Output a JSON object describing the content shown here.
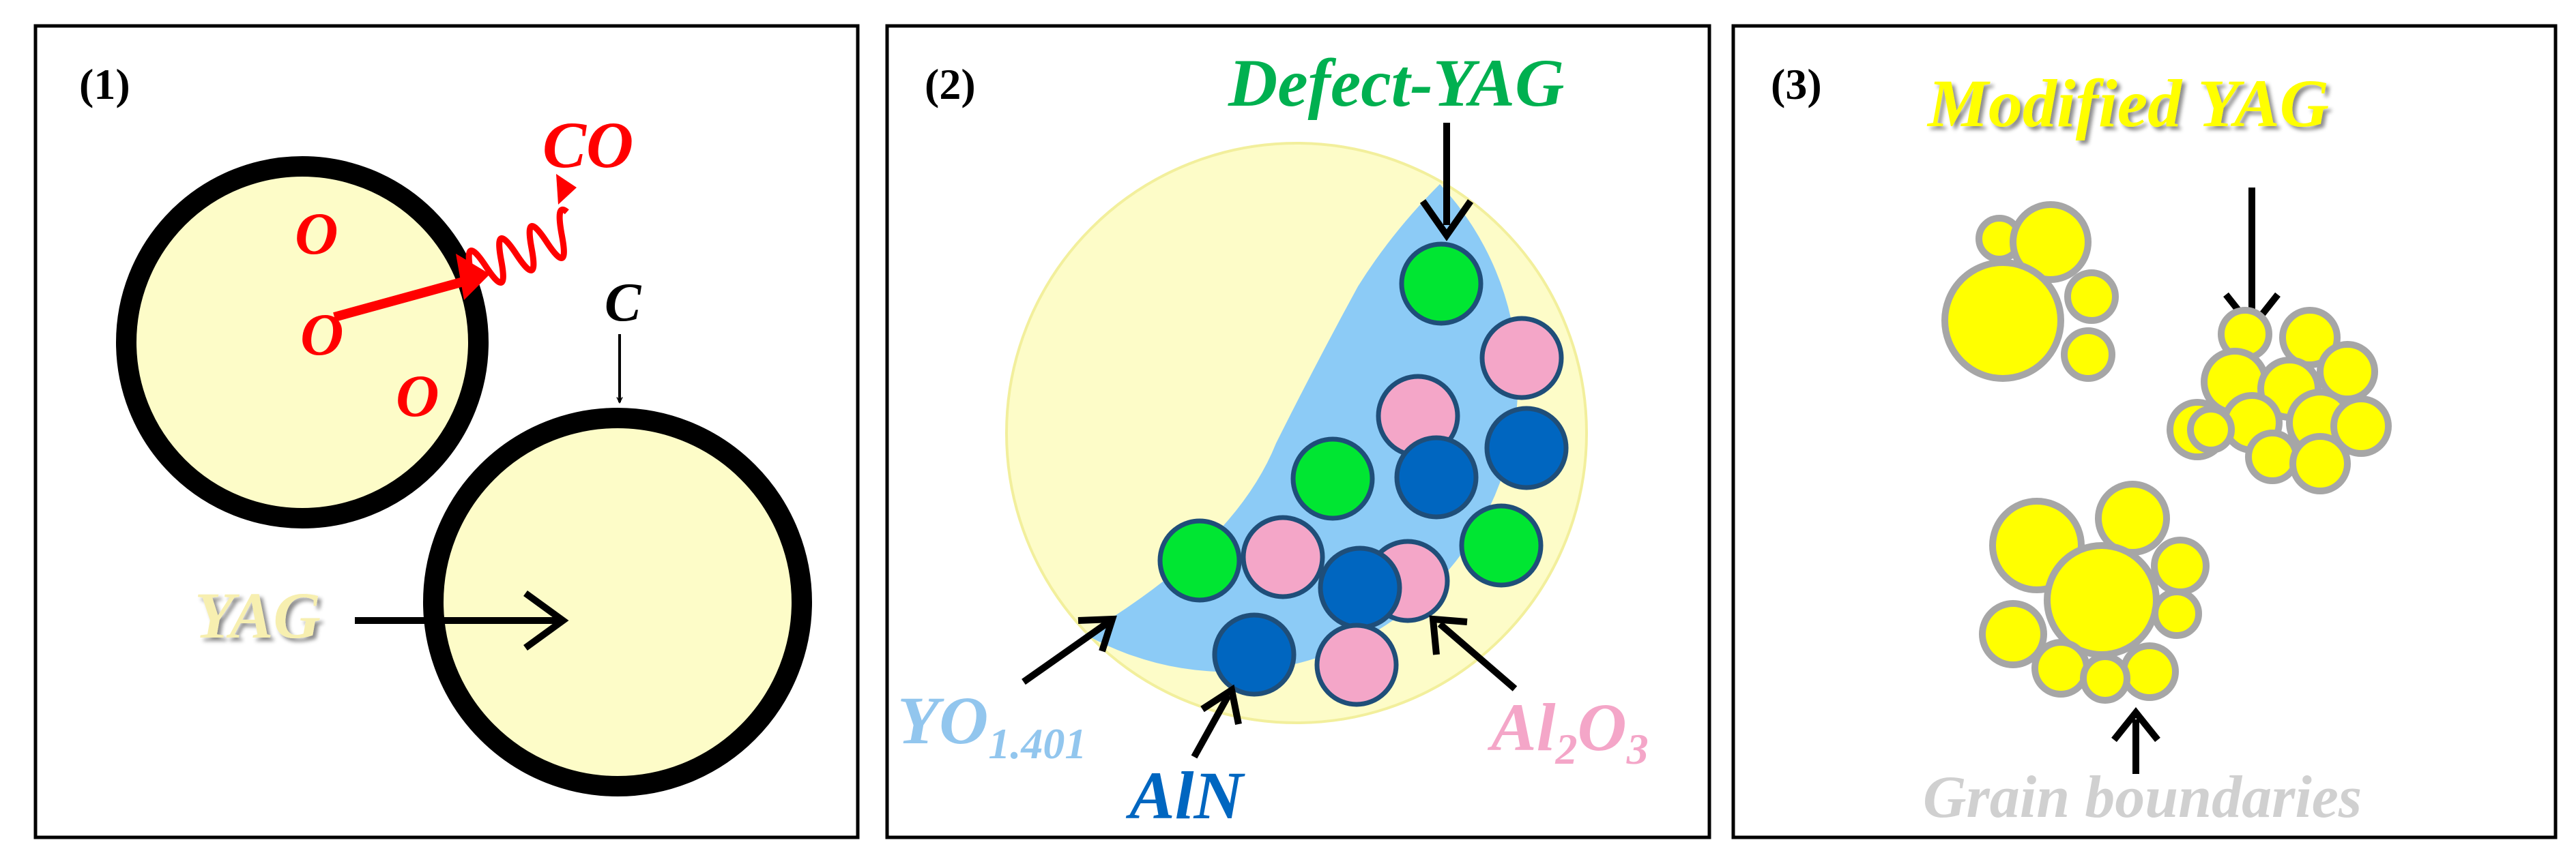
{
  "panels": [
    {
      "number": "(1)",
      "labels": {
        "co": "CO",
        "o1": "O",
        "o2": "O",
        "o3": "O",
        "c": "C",
        "yag": "YAG"
      }
    },
    {
      "number": "(2)",
      "labels": {
        "defect_yag": "Defect-YAG",
        "yo_main": "YO",
        "yo_sub": "1.401",
        "aln": "AlN",
        "al2o3_a": "Al",
        "al2o3_2": "2",
        "al2o3_o": "O",
        "al2o3_3": "3"
      }
    },
    {
      "number": "(3)",
      "labels": {
        "modified_yag": "Modified YAG",
        "grain_boundaries": "Grain boundaries"
      }
    }
  ],
  "colors": {
    "yag_fill": "#fdfcc8",
    "red": "#ff0000",
    "green_text": "#00b050",
    "green_particle": "#00e632",
    "blue_region": "#8ccbf6",
    "dark_blue": "#0066c0",
    "pink": "#f4a6c8",
    "light_blue_text": "#92c6ee",
    "yellow": "#ffff00",
    "grey": "#a6a6a6",
    "outline": "#1f4e79"
  }
}
